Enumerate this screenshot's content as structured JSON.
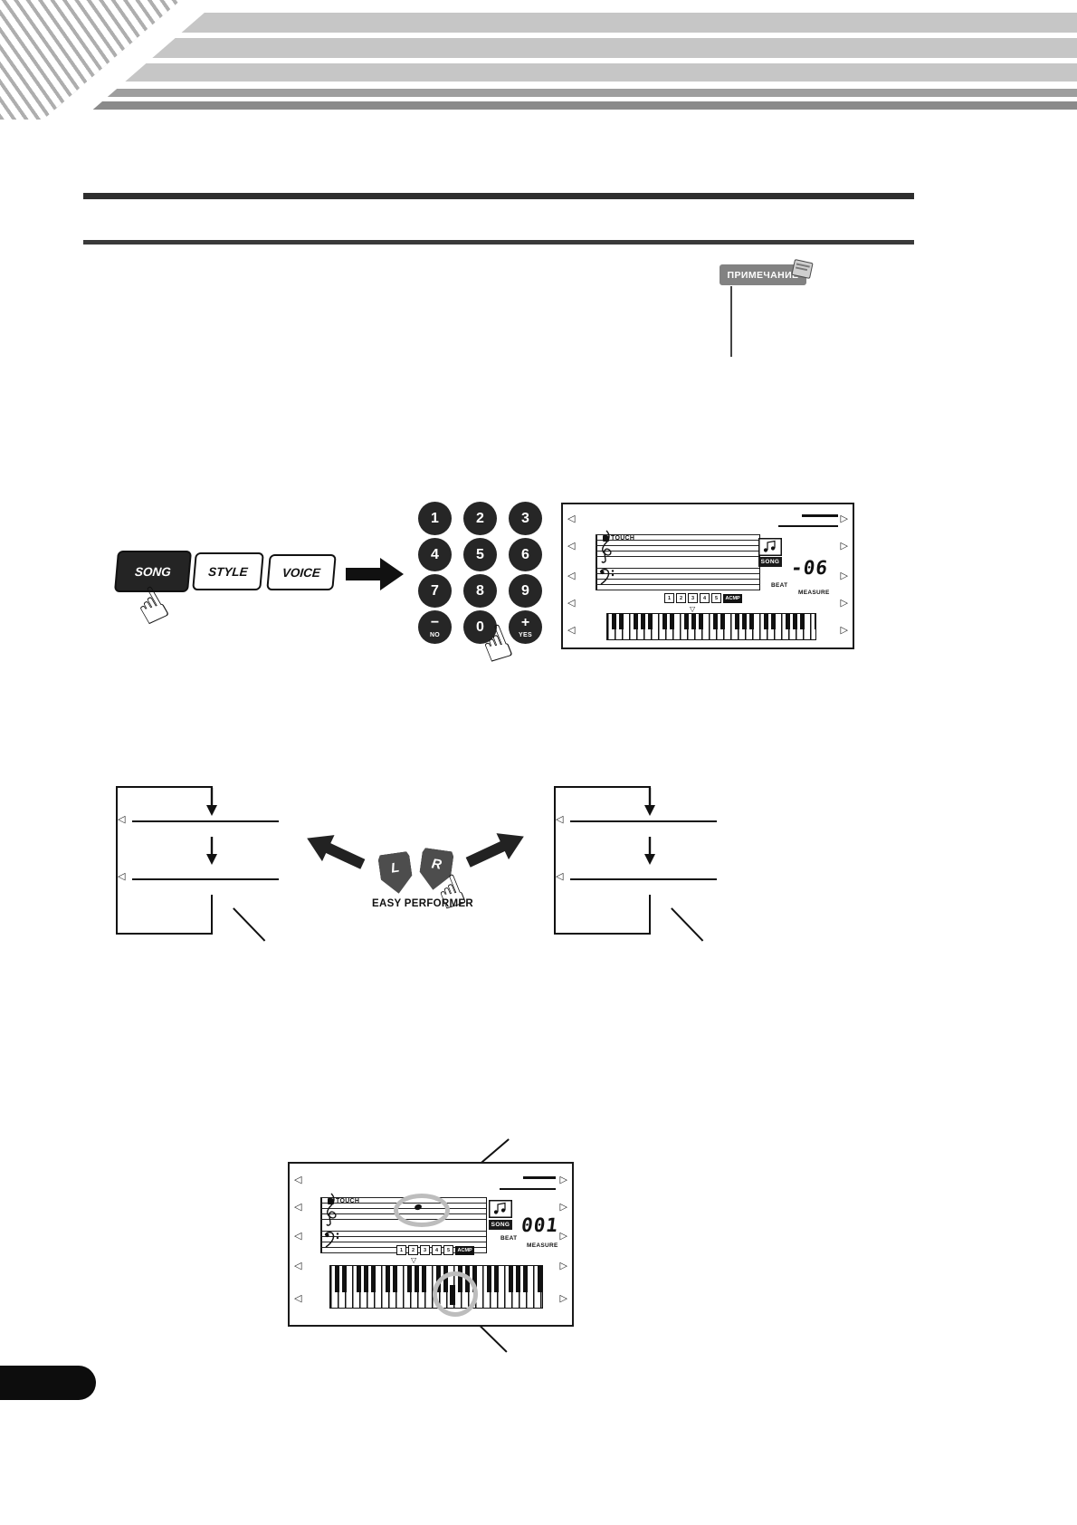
{
  "header": {
    "note_badge": "ПРИМЕЧАНИЕ"
  },
  "panel": {
    "song": "SONG",
    "style": "STYLE",
    "voice": "VOICE"
  },
  "numpad": {
    "digits": [
      "1",
      "2",
      "3",
      "4",
      "5",
      "6",
      "7",
      "8",
      "9"
    ],
    "zero": "0",
    "minus": "−",
    "minus_sub": "NO",
    "plus": "+",
    "plus_sub": "YES"
  },
  "easy_performer": {
    "left": "L",
    "right": "R",
    "label": "EASY PERFORMER"
  },
  "lcd_top": {
    "touch": "TOUCH",
    "song_badge": "SONG",
    "measure_value": "-06",
    "beat_label": "BEAT",
    "measure_label": "MEASURE",
    "tracks": [
      "1",
      "2",
      "3",
      "4",
      "5"
    ],
    "acmp": "ACMP"
  },
  "lcd_bottom": {
    "touch": "TOUCH",
    "song_badge": "SONG",
    "measure_value": "001",
    "beat_label": "BEAT",
    "measure_label": "MEASURE",
    "tracks": [
      "1",
      "2",
      "3",
      "4",
      "5"
    ],
    "acmp": "ACMP"
  },
  "icons": {
    "hand": "☝",
    "left_bracket": "◁",
    "right_bracket": "▷",
    "down_marker": "▽"
  },
  "colors": {
    "stripe_gray": "#c6c6c6",
    "dark": "#1a1a1a",
    "badge_gray": "#828282",
    "highlight_ring": "#bdbdbd"
  }
}
